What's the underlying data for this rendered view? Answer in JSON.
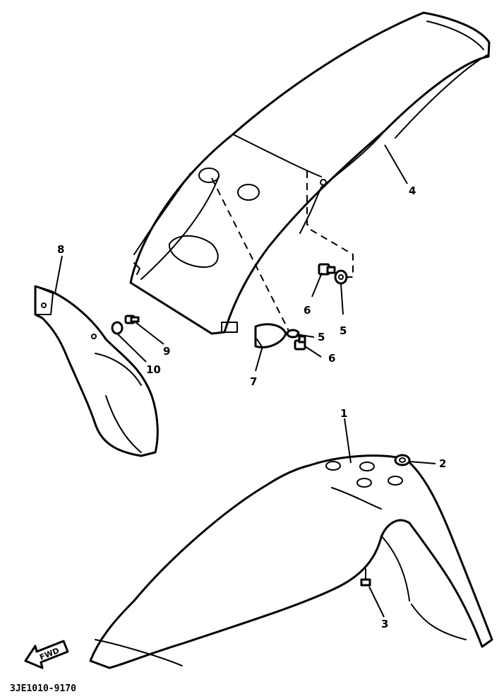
{
  "diagram_code": "3JE1010-9170",
  "fwd_label": "FWD",
  "callouts": {
    "c1": "1",
    "c2": "2",
    "c3": "3",
    "c4": "4",
    "c5a": "5",
    "c5b": "5",
    "c6a": "6",
    "c6b": "6",
    "c7": "7",
    "c8": "8",
    "c9": "9",
    "c10": "10"
  }
}
